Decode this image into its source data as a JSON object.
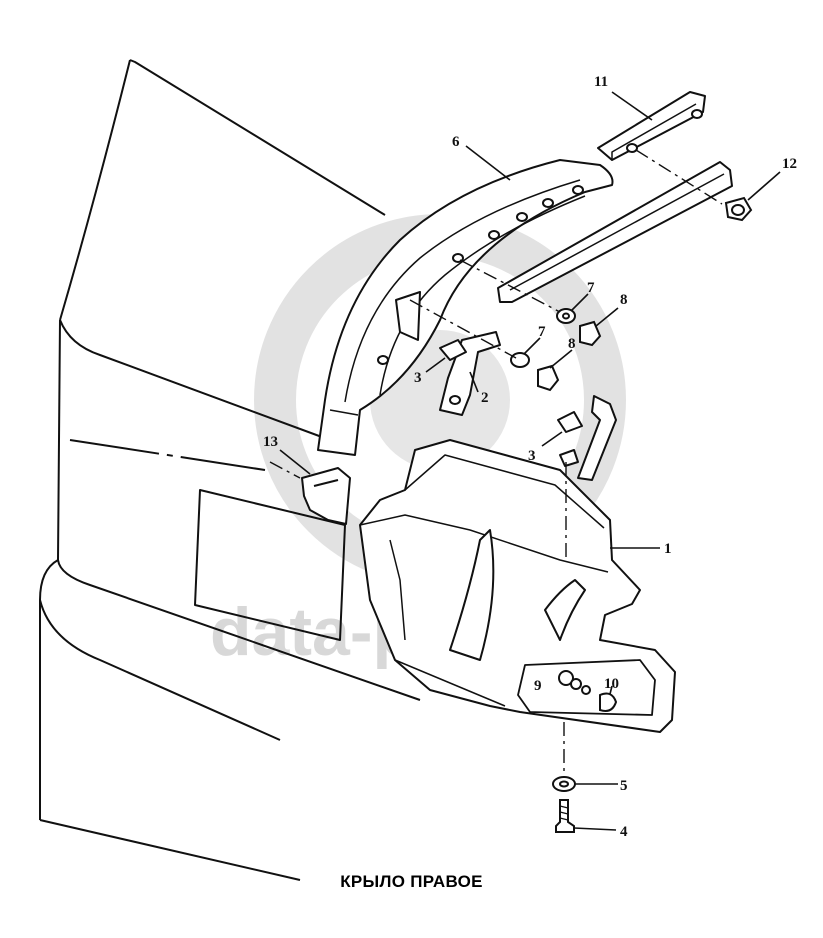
{
  "caption": "КРЫЛО ПРАВОЕ",
  "watermark": {
    "text": "data-parts",
    "color": "#d8d8d8"
  },
  "line_color": "#111111",
  "callouts": {
    "c1": "1",
    "c2": "2",
    "c3a": "3",
    "c3b": "3",
    "c4": "4",
    "c5": "5",
    "c6": "6",
    "c7a": "7",
    "c7b": "7",
    "c8a": "8",
    "c8b": "8",
    "c9": "9",
    "c10": "10",
    "c11": "11",
    "c12": "12",
    "c13": "13"
  }
}
